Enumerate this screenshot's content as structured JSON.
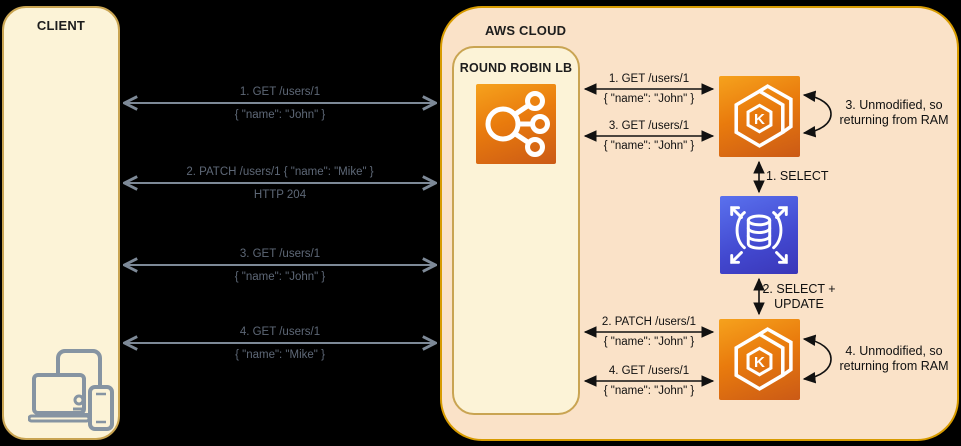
{
  "client": {
    "title": "CLIENT"
  },
  "cloud": {
    "title": "AWS CLOUD"
  },
  "load_balancer": {
    "title": "ROUND ROBIN LB"
  },
  "icons": [
    "client-devices-icon",
    "load-balancer-icon",
    "kubernetes-node-icon",
    "database-icon"
  ],
  "colors": {
    "client-fill": "#FCF3D7",
    "client-stroke": "#C9A452",
    "cloud-fill": "#FAE2C8",
    "cloud-stroke": "#D79B00",
    "node-orange-top": "#F6A21D",
    "node-orange-bottom": "#CB5A16",
    "database-blue-top": "#5A71EE",
    "database-blue-bottom": "#3A36B8",
    "arrow-gray": "#7d8997",
    "arrow-black": "#111111"
  },
  "messages": {
    "client_lb": [
      {
        "request": "1. GET /users/1",
        "response": "{ \"name\": \"John\" }"
      },
      {
        "request": "2. PATCH /users/1 { \"name\": \"Mike\" }",
        "response": "HTTP 204"
      },
      {
        "request": "3. GET /users/1",
        "response": "{ \"name\": \"John\" }"
      },
      {
        "request": "4. GET /users/1",
        "response": "{ \"name\": \"Mike\" }"
      }
    ],
    "lb_node1": [
      {
        "request": "1. GET /users/1",
        "response": "{ \"name\": \"John\" }"
      },
      {
        "request": "3. GET /users/1",
        "response": "{ \"name\": \"John\" }"
      }
    ],
    "lb_node2": [
      {
        "request": "2. PATCH /users/1",
        "response": "{ \"name\": \"John\" }"
      },
      {
        "request": "4. GET /users/1",
        "response": "{ \"name\": \"John\" }"
      }
    ]
  },
  "queries": {
    "node1_db": {
      "label": "1. SELECT"
    },
    "db_node2": {
      "line1": "2. SELECT +",
      "line2": "UPDATE"
    }
  },
  "annotations": {
    "node1": {
      "line1": "3. Unmodified, so",
      "line2": "returning from RAM"
    },
    "node2": {
      "line1": "4. Unmodified, so",
      "line2": "returning from RAM"
    }
  }
}
